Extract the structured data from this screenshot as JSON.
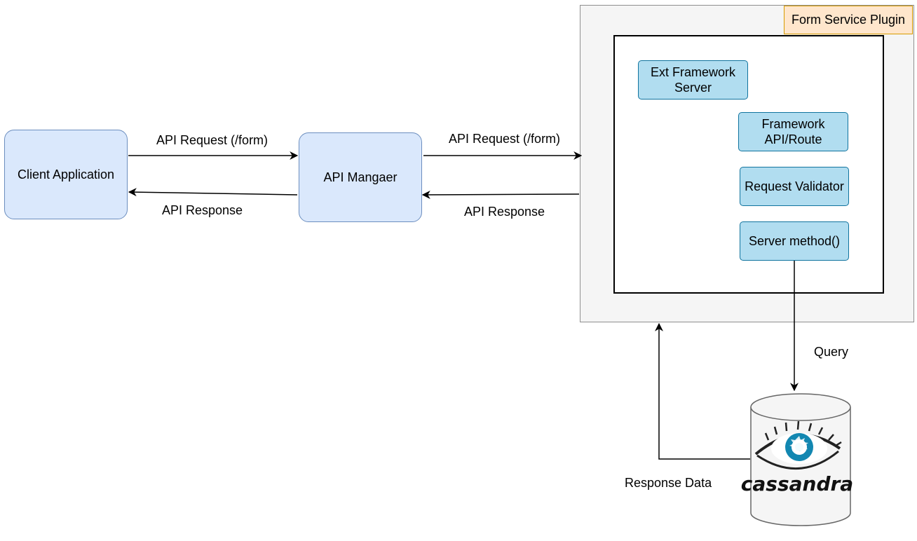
{
  "nodes": {
    "client": "Client Application",
    "manager": "API Mangaer",
    "plugin_title": "Form Service Plugin",
    "ext_server": "Ext Framework Server",
    "framework_route": "Framework API/Route",
    "validator": "Request Validator",
    "server_method": "Server method()",
    "database_logo_text": "cassandra"
  },
  "edges": {
    "client_to_manager": "API Request (/form)",
    "manager_to_client": "API Response",
    "manager_to_plugin": "API Request (/form)",
    "plugin_to_manager": "API Response",
    "query": "Query",
    "response_data": "Response Data"
  },
  "colors": {
    "client_fill": "#dae8fc",
    "client_stroke": "#6c8ebf",
    "component_fill": "#b1ddf0",
    "component_stroke": "#10739e",
    "plugin_title_fill": "#ffe6cc",
    "plugin_title_stroke": "#d79b00",
    "plugin_container_fill": "#f5f5f5",
    "cassandra_eye": "#1287b1"
  }
}
